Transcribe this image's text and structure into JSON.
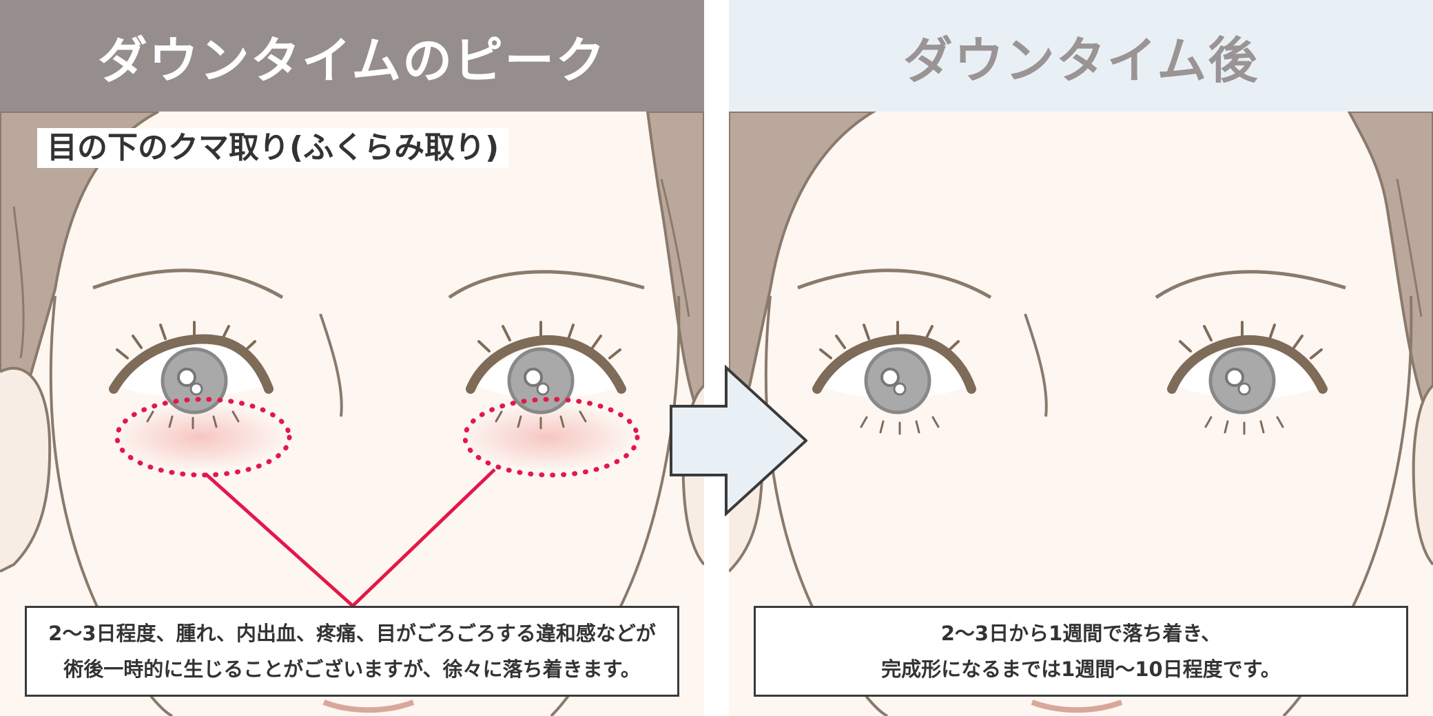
{
  "left_panel": {
    "title": "ダウンタイムのピーク",
    "procedure_label": "目の下のクマ取り(ふくらみ取り)",
    "caption_lines": [
      "2〜3日程度、腫れ、内出血、疼痛、目がごろごろする違和感などが",
      "術後一時的に生じることがございますが、徐々に落ち着きます。"
    ]
  },
  "right_panel": {
    "title": "ダウンタイム後",
    "caption_lines": [
      "2〜3日から1週間で落ち着き、",
      "完成形になるまでは1週間〜10日程度です。"
    ]
  },
  "colors": {
    "left_header_bg": "#968d8d",
    "right_header_bg": "#e9f0f5",
    "skin": "#fdf6f1",
    "hair": "#bba89c",
    "outline": "#8a7a6c",
    "highlight_red": "#e2184a",
    "arrow_fill": "#e9f0f5"
  },
  "icons": {
    "transition_arrow": "right-arrow-icon",
    "highlight_ellipse": "dotted-ellipse"
  }
}
